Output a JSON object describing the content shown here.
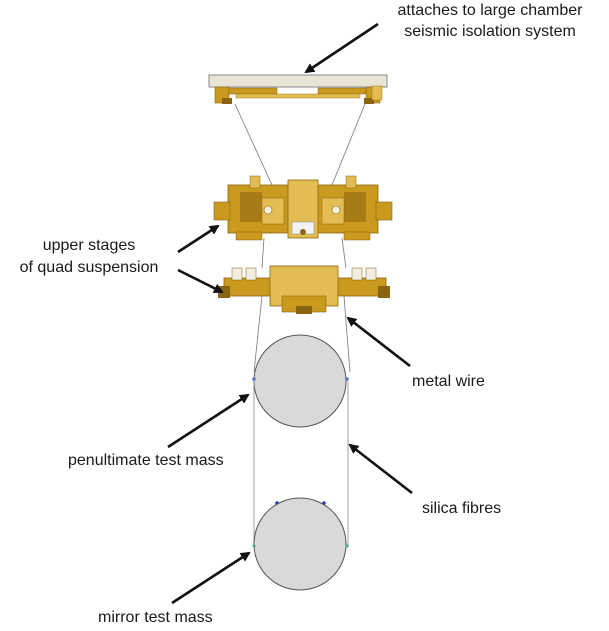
{
  "labels": {
    "chamber": [
      "attaches to large chamber",
      "seismic isolation system"
    ],
    "upper_stages": [
      "upper stages",
      "of quad suspension"
    ],
    "metal_wire": "metal wire",
    "penultimate": "penultimate test mass",
    "silica": "silica fibres",
    "mirror": "mirror test mass"
  },
  "colors": {
    "gold": "#c99a1e",
    "gold_dark": "#8a6410",
    "gold_light": "#e3bd52",
    "mass_fill": "#d9d9d9",
    "mass_stroke": "#555555",
    "wire": "#666666",
    "arrow": "#111111",
    "plate": "#e8e4d6"
  }
}
